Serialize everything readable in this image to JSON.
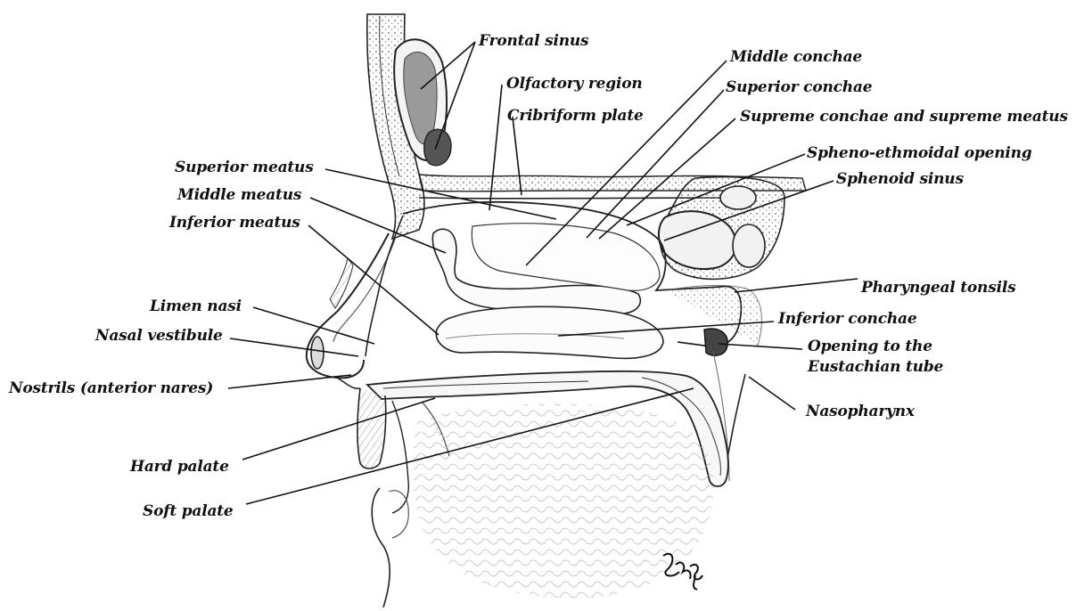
{
  "labels": {
    "frontal_sinus": "Frontal sinus",
    "olfactory_region": "Olfactory region",
    "cribriform_plate": "Cribriform plate",
    "middle_conchae": "Middle conchae",
    "superior_conchae": "Superior conchae",
    "supreme_conchae": "Supreme conchae and supreme meatus",
    "spheno_ethmoidal": "Spheno-ethmoidal opening",
    "sphenoid_sinus": "Sphenoid sinus",
    "superior_meatus": "Superior meatus",
    "middle_meatus": "Middle meatus",
    "inferior_meatus": "Inferior meatus",
    "pharyngeal_tonsils": "Pharyngeal tonsils",
    "limen_nasi": "Limen nasi",
    "nasal_vestibule": "Nasal vestibule",
    "inferior_conchae": "Inferior conchae",
    "opening_eustachian_1": "Opening to the",
    "opening_eustachian_2": "Eustachian tube",
    "nostrils": "Nostrils (anterior nares)",
    "nasopharynx": "Nasopharynx",
    "hard_palate": "Hard palate",
    "soft_palate": "Soft palate"
  },
  "signature": "Esg"
}
